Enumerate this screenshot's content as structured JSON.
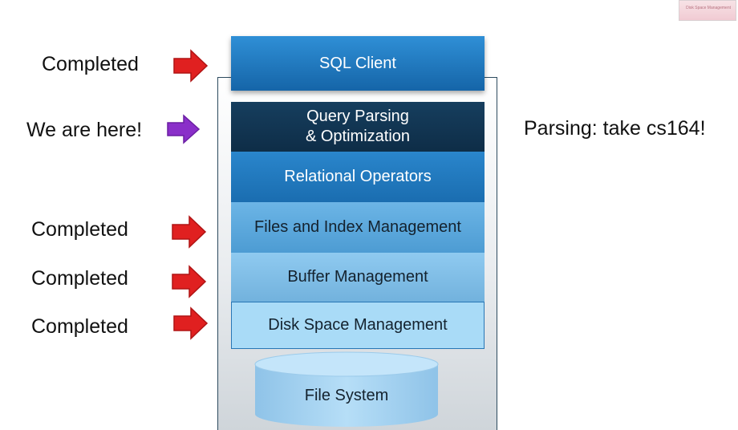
{
  "layers": [
    {
      "label": "SQL Client"
    },
    {
      "label": "Query Parsing\n& Optimization"
    },
    {
      "label": "Relational Operators"
    },
    {
      "label": "Files and Index Management"
    },
    {
      "label": "Buffer Management"
    },
    {
      "label": "Disk Space Management"
    }
  ],
  "storage": {
    "label": "File System"
  },
  "annotations": {
    "sql_client_status": "Completed",
    "query_parsing_status": "We are here!",
    "files_index_status": "Completed",
    "buffer_status": "Completed",
    "disk_space_status": "Completed",
    "parsing_note": "Parsing: take cs164!"
  },
  "thumbnail": {
    "text": "Disk Space Management"
  },
  "colors": {
    "completed_arrow": "#e02020",
    "current_arrow": "#8a2fc9",
    "sql_client": "#1e78c2",
    "query_parsing": "#123651",
    "relational_operators": "#2279be",
    "files_index": "#5ba7dc",
    "buffer": "#80bee6",
    "disk_space": "#a9dbf7",
    "file_system": "#a6d3f1"
  }
}
